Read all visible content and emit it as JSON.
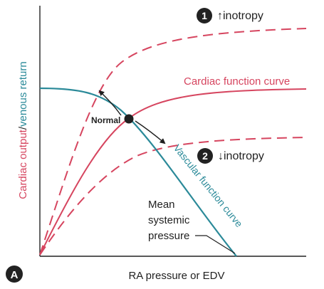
{
  "colors": {
    "cardiac": "#d6455f",
    "vascular": "#2b8a99",
    "ink": "#222222",
    "marker": "#1f1f1f"
  },
  "labels": {
    "y_axis_part1": "Cardiac output",
    "y_axis_sep": "/",
    "y_axis_part2": "venous return",
    "x_axis": "RA pressure or EDV",
    "panel": "A",
    "cardiac_curve": "Cardiac function curve",
    "vascular_curve": "Vascular function curve",
    "normal": "Normal",
    "badge1_num": "1",
    "badge1_text": "↑inotropy",
    "badge2_num": "2",
    "badge2_text": "↓inotropy",
    "msp_line1": "Mean",
    "msp_line2": "systemic",
    "msp_line3": "pressure"
  },
  "icons": {
    "up_arrow": "up-arrow-icon",
    "down_arrow": "down-arrow-icon"
  }
}
